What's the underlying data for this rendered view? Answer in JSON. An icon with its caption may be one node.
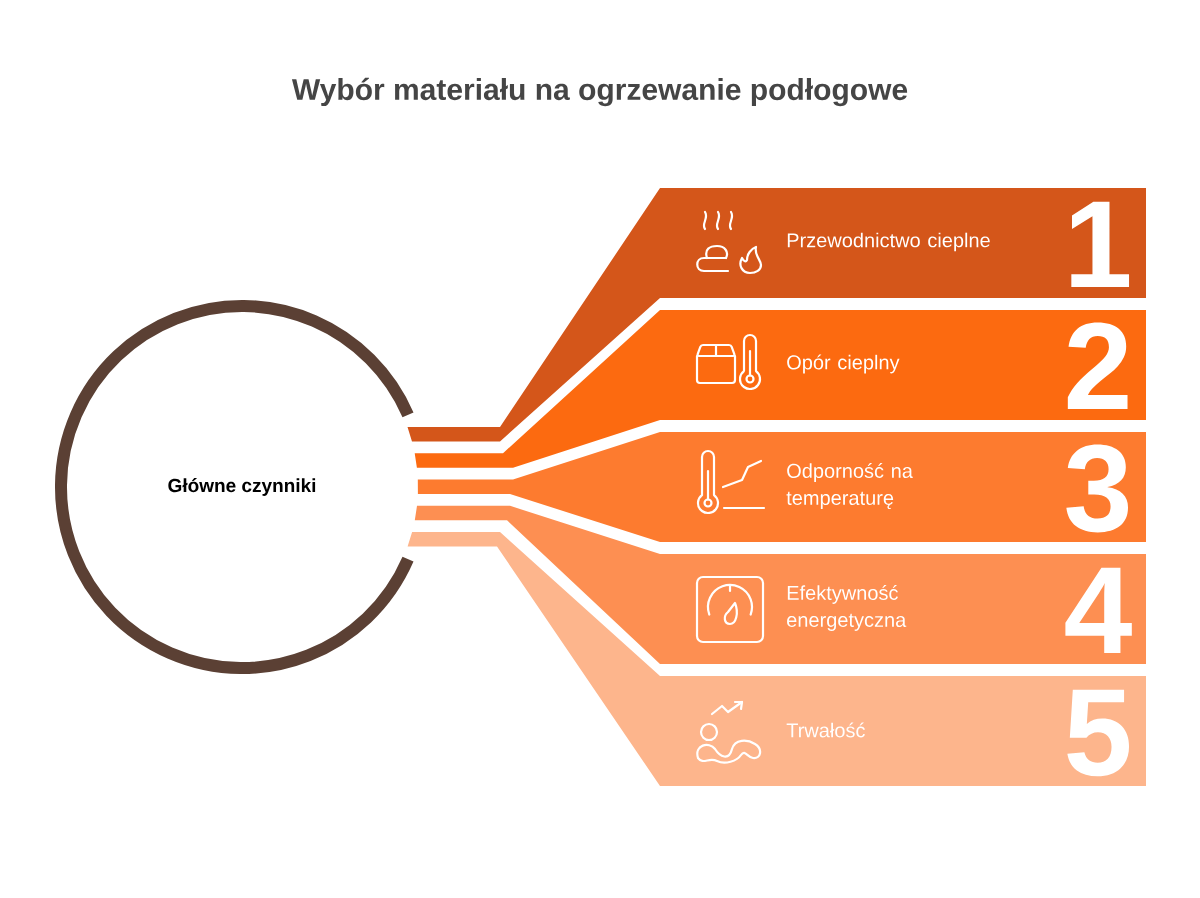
{
  "diagram": {
    "title": "Wybór materiału na ogrzewanie podłogowe",
    "nodes": [
      {
        "text": [
          "Główne czynniki"
        ]
      },
      {
        "text": [
          "Przewodnictwo cieplne",
          "1"
        ]
      },
      {
        "text": [
          "Opór cieplny",
          "2"
        ]
      },
      {
        "text": [
          "Odporność na temperaturę",
          "3"
        ]
      },
      {
        "text": [
          "Efektywność energetyczna",
          "4"
        ]
      },
      {
        "text": [
          "Trwałość",
          "5"
        ]
      }
    ]
  }
}
